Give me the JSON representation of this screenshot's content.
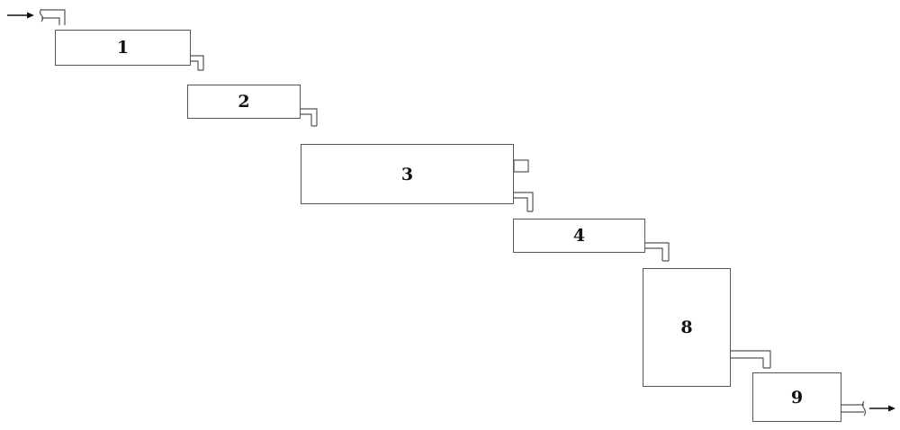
{
  "diagram": {
    "units": [
      {
        "id": "unit-1",
        "label": "1"
      },
      {
        "id": "unit-2",
        "label": "2"
      },
      {
        "id": "unit-3",
        "label": "3"
      },
      {
        "id": "unit-4",
        "label": "4"
      },
      {
        "id": "unit-8",
        "label": "8"
      },
      {
        "id": "unit-9",
        "label": "9"
      }
    ],
    "colors": {
      "stroke": "#555555",
      "text": "#111111",
      "background": "#ffffff"
    }
  }
}
